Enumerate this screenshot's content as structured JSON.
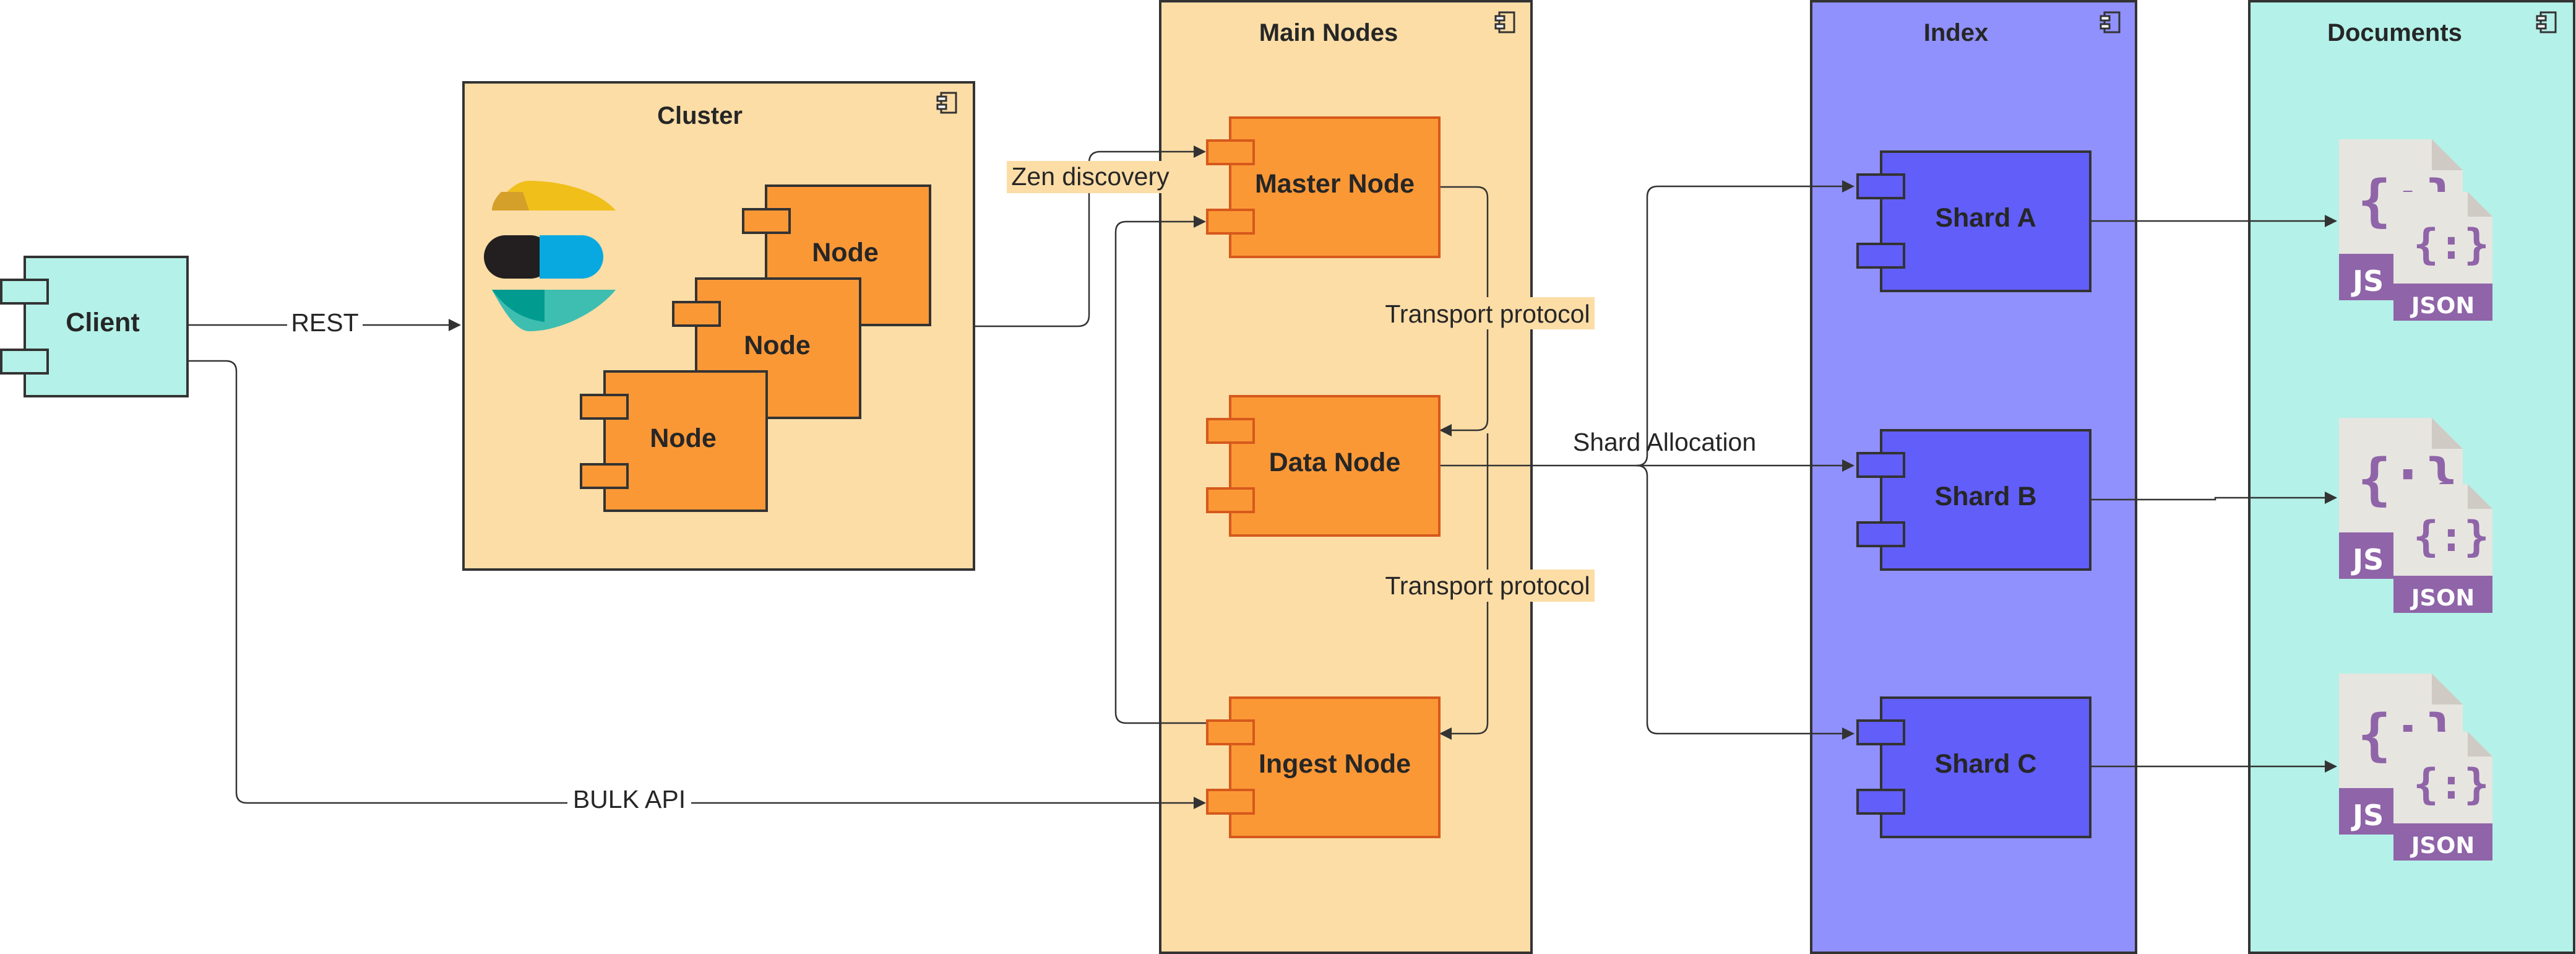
{
  "client": {
    "label": "Client"
  },
  "cluster": {
    "title": "Cluster",
    "nodes": [
      "Node",
      "Node",
      "Node"
    ]
  },
  "main_nodes": {
    "title": "Main Nodes",
    "master": "Master Node",
    "data": "Data Node",
    "ingest": "Ingest Node"
  },
  "index": {
    "title": "Index",
    "shards": [
      "Shard A",
      "Shard B",
      "Shard C"
    ]
  },
  "documents": {
    "title": "Documents",
    "file_label": "JSON",
    "file_label_back": "JS",
    "brace_glyph": "{:}"
  },
  "edges": {
    "rest": "REST",
    "bulk_api": "BULK API",
    "zen_discovery": "Zen discovery",
    "transport_1": "Transport protocol",
    "transport_2": "Transport protocol",
    "shard_allocation": "Shard Allocation"
  },
  "icons": {
    "component": "component-icon",
    "logo": "elasticsearch-logo",
    "json_file": "json-file-icon"
  },
  "colors": {
    "client_fill": "#b4f1e8",
    "cluster_fill": "#fcdda6",
    "node_fill": "#fb9836",
    "index_fill": "#9091fc",
    "shard_fill": "#625ef9",
    "documents_fill": "#b4f1e8"
  }
}
